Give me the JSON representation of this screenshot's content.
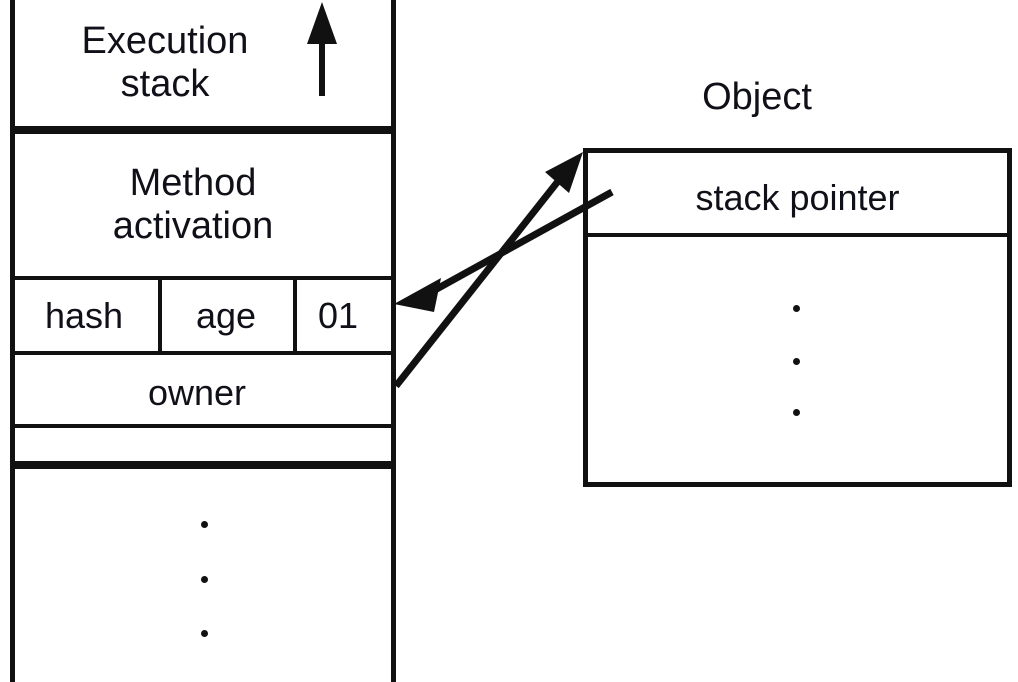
{
  "diagram": {
    "title_left": "Execution\nstack",
    "title_right": "Object",
    "stack": {
      "frames": [
        {
          "name": "execution-stack-top",
          "label": "Execution\nstack"
        },
        {
          "name": "method-activation",
          "label": "Method\nactivation"
        }
      ],
      "header_row": {
        "cells": [
          {
            "name": "hash",
            "label": "hash"
          },
          {
            "name": "age",
            "label": "age"
          },
          {
            "name": "flag",
            "label": "01"
          }
        ]
      },
      "owner_row": {
        "label": "owner"
      },
      "empty_row": {
        "label": ""
      },
      "ellipsis_dots": 3
    },
    "object": {
      "title": "Object",
      "slots": [
        {
          "name": "stack-pointer",
          "label": "stack pointer"
        }
      ],
      "ellipsis_dots": 3
    },
    "arrows": [
      {
        "name": "object-to-stack-arrow",
        "from": "object-stack-pointer",
        "to": "stack-flag-cell",
        "direction": "left"
      },
      {
        "name": "stack-to-object-arrow",
        "from": "stack-owner-cell",
        "to": "object-top-left",
        "direction": "up-right"
      },
      {
        "name": "stack-growth-arrow",
        "from": "stack-top",
        "to": "stack-top-up",
        "direction": "up"
      }
    ],
    "colors": {
      "ink": "#111111",
      "background": "#ffffff"
    }
  }
}
